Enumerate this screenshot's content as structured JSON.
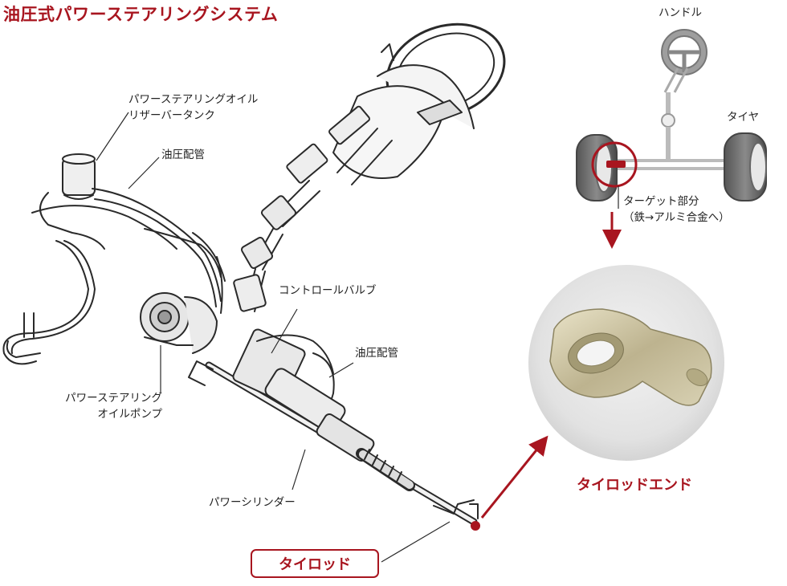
{
  "title": "油圧式パワーステアリングシステム",
  "labels": {
    "reservoir_line1": "パワーステアリングオイル",
    "reservoir_line2": "リザーバータンク",
    "hydraulic_pipe_top": "油圧配管",
    "control_valve": "コントロールバルブ",
    "hydraulic_pipe_right": "油圧配管",
    "pump_line1": "パワーステアリング",
    "pump_line2": "オイルポンプ",
    "cylinder": "パワーシリンダー",
    "tie_rod": "タイロッド"
  },
  "schematic": {
    "handle": "ハンドル",
    "tire": "タイヤ",
    "target_line1": "ターゲット部分",
    "target_line2": "（鉄→アルミ合金へ）"
  },
  "photo": {
    "caption": "タイロッドエンド"
  },
  "colors": {
    "accent": "#a8151f",
    "line": "#2a2a2a",
    "photo_bg": "#e6e6e6"
  }
}
